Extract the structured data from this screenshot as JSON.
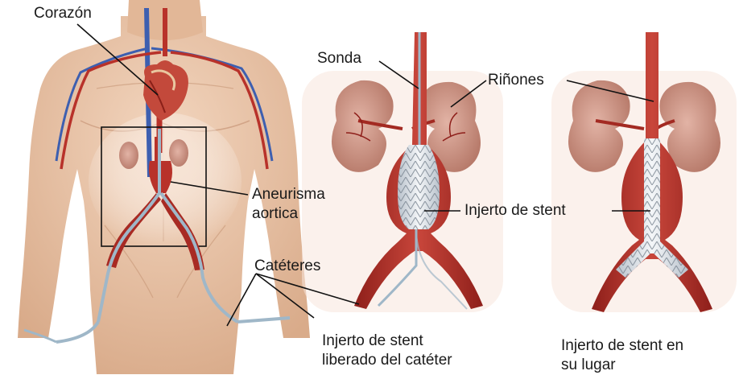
{
  "labels": {
    "heart": "Corazón",
    "probe": "Sonda",
    "kidneys": "Riñones",
    "aneurysm_line1": "Aneurisma",
    "aneurysm_line2": "aortica",
    "stent_graft": "Injerto de stent",
    "catheters": "Catéteres",
    "caption_left_line1": "Injerto de stent",
    "caption_left_line2": "liberado del catéter",
    "caption_right_line1": "Injerto de stent en",
    "caption_right_line2": "su lugar"
  },
  "colors": {
    "skin": "#e8c3a4",
    "artery": "#b8322a",
    "vein": "#3d5fb0",
    "kidney": "#c99283",
    "stent": "#dfe4ea",
    "catheter": "#9fb7c8",
    "line": "#111111"
  }
}
